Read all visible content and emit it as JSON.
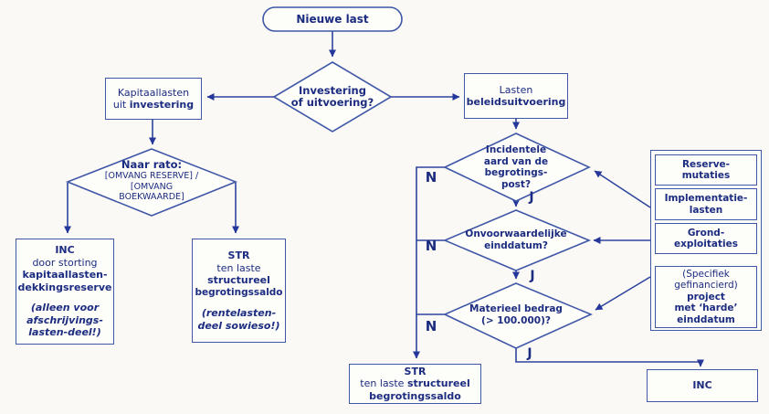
{
  "colors": {
    "line": "#2e449e",
    "border": "#3f57a7",
    "text": "#1c2c80",
    "background": "#faf9f5"
  },
  "start": {
    "label": "Nieuwe last"
  },
  "main_decision": {
    "line1": "Investering",
    "line2": "of uitvoering?"
  },
  "branch_labels": {
    "no": "N",
    "yes": "J"
  },
  "kapitaallasten_box": {
    "line1": "Kapitaallasten",
    "line2_prefix": "uit",
    "line2_bold": "investering"
  },
  "lasten_box": {
    "line1": "Lasten",
    "line2": "beleidsuitvoering"
  },
  "naar_rato_decision": {
    "title": "Naar rato:",
    "line2": "[OMVANG RESERVE] /",
    "line3": "[OMVANG",
    "line4": "BOEKWAARDE]"
  },
  "inc_storting_box": {
    "title": "INC",
    "line2": "door storting",
    "line3": "kapitaallasten-",
    "line4": "dekkingsreserve",
    "note_line1": "(alleen voor",
    "note_line2": "afschrijvings-",
    "note_line3": "lasten-deel!)"
  },
  "str_rente_box": {
    "title": "STR",
    "line2": "ten laste",
    "line3": "structureel",
    "line4": "begrotingssaldo",
    "note_line1": "(rentelasten-",
    "note_line2": "deel sowieso!)"
  },
  "incidenteel_decision": {
    "line1": "Incidentele",
    "line2": "aard van de",
    "line3": "begrotings-",
    "line4": "post?"
  },
  "einddatum_decision": {
    "line1": "Onvoorwaardelijke",
    "line2": "einddatum?"
  },
  "bedrag_decision": {
    "line1": "Materieel bedrag",
    "line2": "(> 100.000)?"
  },
  "str_bottom_box": {
    "title": "STR",
    "line2_prefix": "ten laste",
    "line2_bold": "structureel",
    "line3": "begrotingssaldo"
  },
  "inc_right_box": {
    "title": "INC"
  },
  "exceptions_panel": {
    "items": [
      {
        "line1": "Reserve-",
        "line2": "mutaties"
      },
      {
        "line1": "Implementatie-",
        "line2": "lasten"
      },
      {
        "line1": "Grond-",
        "line2": "exploitaties"
      }
    ],
    "special": {
      "line1": "(Specifiek",
      "line2": "gefinancierd)",
      "line3": "project",
      "line4": "met ‘harde’",
      "line5": "einddatum"
    }
  }
}
